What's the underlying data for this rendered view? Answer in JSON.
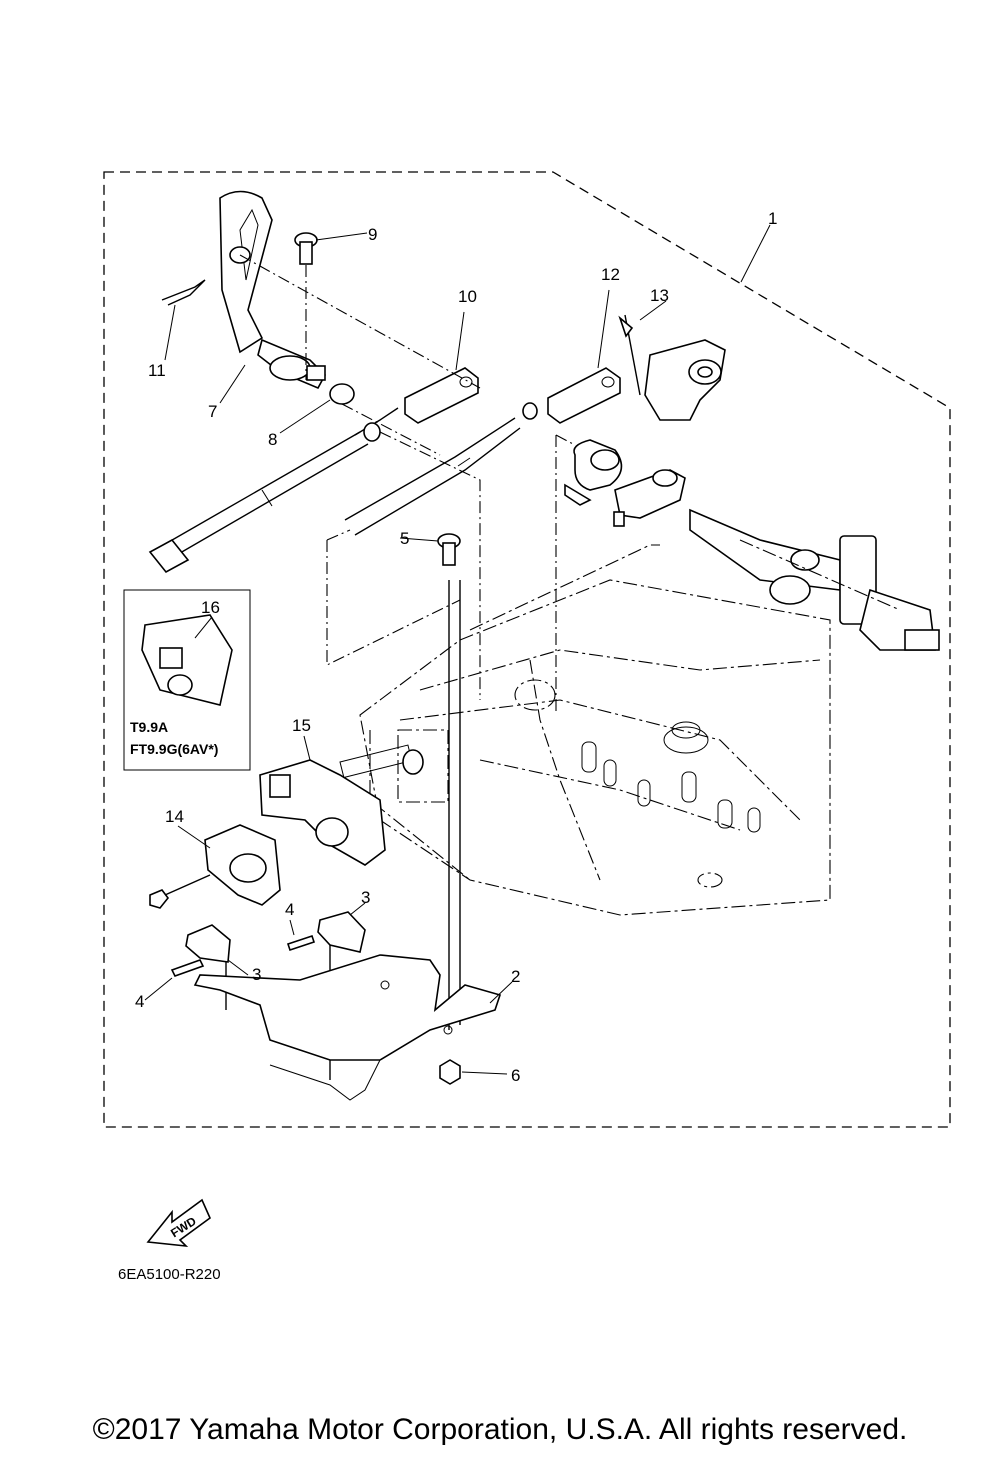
{
  "callouts": [
    "1",
    "2",
    "3",
    "4",
    "5",
    "6",
    "7",
    "8",
    "9",
    "10",
    "11",
    "12",
    "13",
    "14",
    "15",
    "16"
  ],
  "inset": {
    "line1": "T9.9A",
    "line2": "FT9.9G(6AV*)"
  },
  "fwd_label": "FWD",
  "diagram_code": "6EA5100-R220",
  "copyright": "©2017 Yamaha Motor Corporation, U.S.A. All rights reserved."
}
